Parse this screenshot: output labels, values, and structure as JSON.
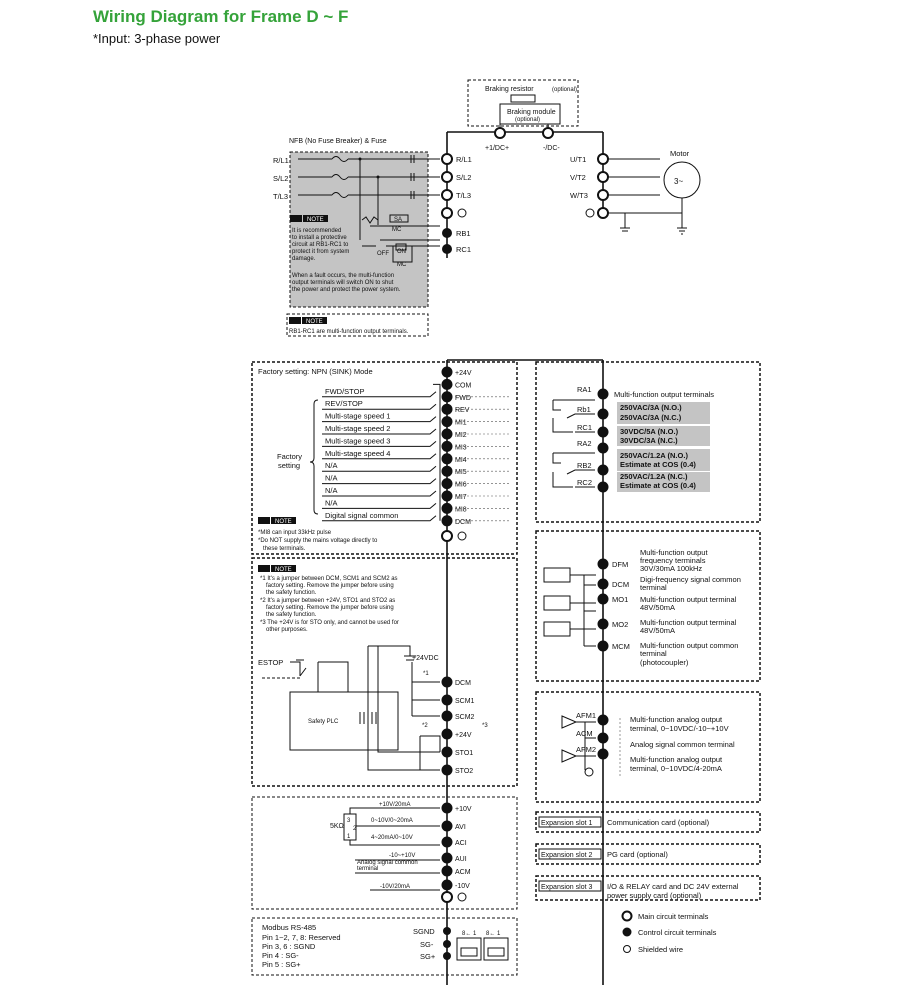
{
  "title": "Wiring Diagram for Frame D ~ F",
  "subtitle": "*Input: 3-phase power",
  "braking": {
    "resistor": "Braking resistor",
    "resistor_opt": "(optional)",
    "module": "Braking module",
    "module_opt": "(optional)",
    "dcp": "+1/DC+",
    "dcn": "-/DC-"
  },
  "nfb": "NFB (No Fuse Breaker) & Fuse",
  "power_inputs": [
    "R/L1",
    "S/L2",
    "T/L3"
  ],
  "power_terminals": [
    "R/L1",
    "S/L2",
    "T/L3"
  ],
  "rb_terminals": [
    "RB1",
    "RC1"
  ],
  "motor": {
    "title": "Motor",
    "symbol": "3~"
  },
  "motor_terminals": [
    "U/T1",
    "V/T2",
    "W/T3"
  ],
  "note_label": "NOTE",
  "note1": [
    "It is recommended",
    "to install a protective",
    "circuit at RB1-RC1 to",
    "protect it from system",
    "damage.",
    "When a fault occurs, the multi-function",
    "output terminals will switch ON to shut",
    "the power and protect the power system."
  ],
  "sa": "SA",
  "mc": "MC",
  "off": "OFF",
  "on": "ON",
  "note2": "RB1-RC1 are multi-function output terminals.",
  "npn_title": "Factory setting: NPN (SINK) Mode",
  "factory_setting": [
    "Factory",
    "setting"
  ],
  "di_labels": [
    "FWD/STOP",
    "REV/STOP",
    "Multi-stage speed 1",
    "Multi-stage speed 2",
    "Multi-stage speed 3",
    "Multi-stage speed 4",
    "N/A",
    "N/A",
    "N/A",
    "N/A",
    "Digital signal common"
  ],
  "di_terminals": [
    "+24V",
    "COM",
    "FWD",
    "REV",
    "MI1",
    "MI2",
    "MI3",
    "MI4",
    "MI5",
    "MI6",
    "MI7",
    "MI8",
    "DCM"
  ],
  "di_note": [
    "*MI8 can input 33kHz pulse",
    "*Do NOT supply the mains voltage directly to",
    "these terminals."
  ],
  "sto_notes": [
    "*1 It's a jumper between DCM, SCM1 and SCM2 as",
    "factory setting. Remove the jumper before using",
    "the safety function.",
    "*2 It's a jumper between +24V, STO1 and STO2 as",
    "factory setting. Remove the jumper before using",
    "the safety function.",
    "*3 The +24V is for STO only, and cannot be used for",
    "other purposes."
  ],
  "estop": "ESTOP",
  "plus24vdc": "+24VDC",
  "safety_plc": "Safety PLC",
  "sto_terminals": [
    "DCM",
    "SCM1",
    "SCM2",
    "+24V",
    "STO1",
    "STO2"
  ],
  "star1": "*1",
  "star2": "*2",
  "star3": "*3",
  "relay_title": "Multi-function output terminals",
  "relay_terminals": [
    "RA1",
    "Rb1",
    "RC1",
    "RA2",
    "RB2",
    "RC2"
  ],
  "relay_specs": [
    "250VAC/3A (N.O.)",
    "250VAC/3A (N.C.)",
    "30VDC/5A (N.O.)",
    "30VDC/3A (N.C.)",
    "250VAC/1.2A (N.O.)",
    "Estimate at COS (0.4)",
    "250VAC/1.2A (N.C.)",
    "Estimate at COS (0.4)"
  ],
  "do_terminals": [
    "DFM",
    "DCM",
    "MO1",
    "MO2",
    "MCM"
  ],
  "do_desc": [
    [
      "Multi-function output",
      "frequency terminals",
      "30V/30mA 100kHz"
    ],
    [
      "Digi-frequency signal common",
      "terminal"
    ],
    [
      "Multi-function output terminal",
      "48V/50mA"
    ],
    [
      "Multi-function output terminal",
      "48V/50mA"
    ],
    [
      "Multi-function output common",
      "terminal",
      "(photocoupler)"
    ]
  ],
  "ao_terminals": [
    "AFM1",
    "ACM",
    "AFM2"
  ],
  "ao_desc": [
    [
      "Multi-function analog output",
      "terminal, 0~10VDC/-10~+10V"
    ],
    [
      "Analog signal common terminal"
    ],
    [
      "Multi-function analog output",
      "terminal, 0~10VDC/4-20mA"
    ]
  ],
  "ai_labels": [
    "+10V/20mA",
    "0~10V/0~20mA",
    "4~20mA/0~10V",
    "-10~+10V",
    "Analog signal common",
    "terminal",
    "-10V/20mA"
  ],
  "pot": "5KΩ",
  "pot_pins": [
    "3",
    "2",
    "1"
  ],
  "ai_terminals": [
    "+10V",
    "AVI",
    "ACI",
    "AUI",
    "ACM",
    "-10V"
  ],
  "expansion": [
    {
      "slot": "Expansion slot 1",
      "desc": [
        "Communication card (optional)"
      ]
    },
    {
      "slot": "Expansion slot 2",
      "desc": [
        "PG card (optional)"
      ]
    },
    {
      "slot": "Expansion slot 3",
      "desc": [
        "I/O & RELAY card and DC 24V external",
        "power supply card (optional)"
      ]
    }
  ],
  "modbus": [
    "Modbus RS-485",
    "Pin 1~2, 7, 8: Reserved",
    "Pin 3, 6 : SGND",
    "Pin 4 : SG-",
    "Pin 5 : SG+"
  ],
  "rs485_terminals": [
    "SGND",
    "SG-",
    "SG+"
  ],
  "rj45": [
    "8← 1",
    "8← 1"
  ],
  "legend": [
    "Main circuit terminals",
    "Control circuit terminals",
    "Shielded wire"
  ]
}
